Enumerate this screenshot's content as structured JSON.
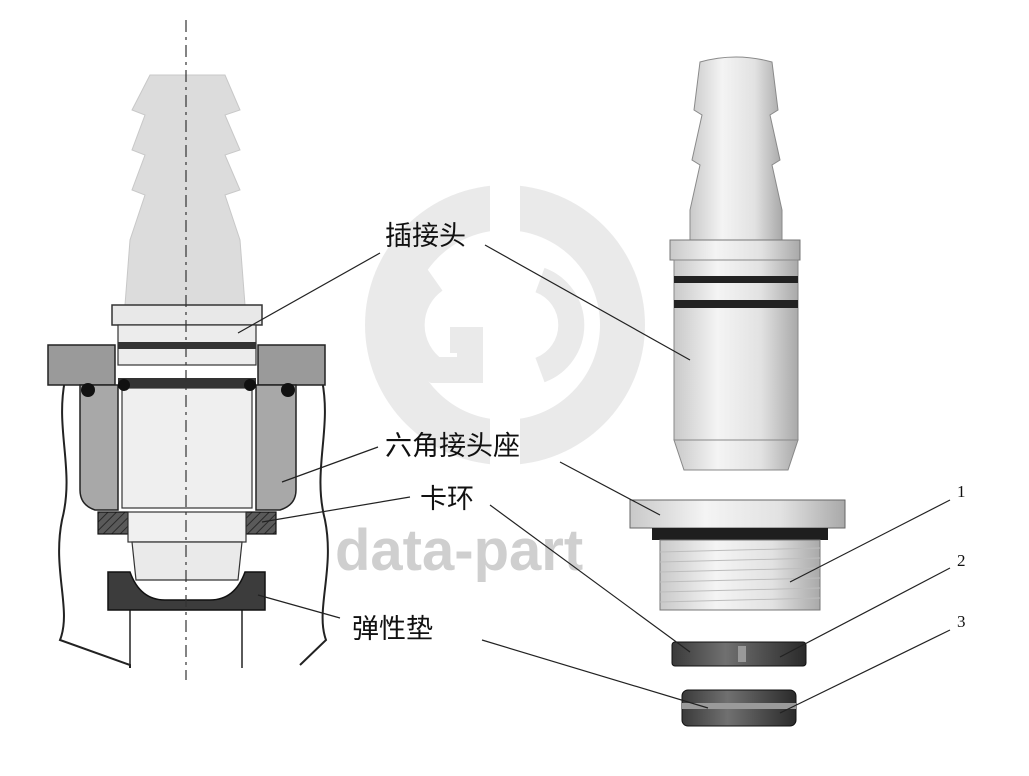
{
  "labels": {
    "plug": "插接头",
    "hex_base": "六角接头座",
    "snap_ring": "卡环",
    "elastic_pad": "弹性垫"
  },
  "part_numbers": [
    "1",
    "2",
    "3"
  ],
  "watermark": {
    "text": "data-part"
  }
}
